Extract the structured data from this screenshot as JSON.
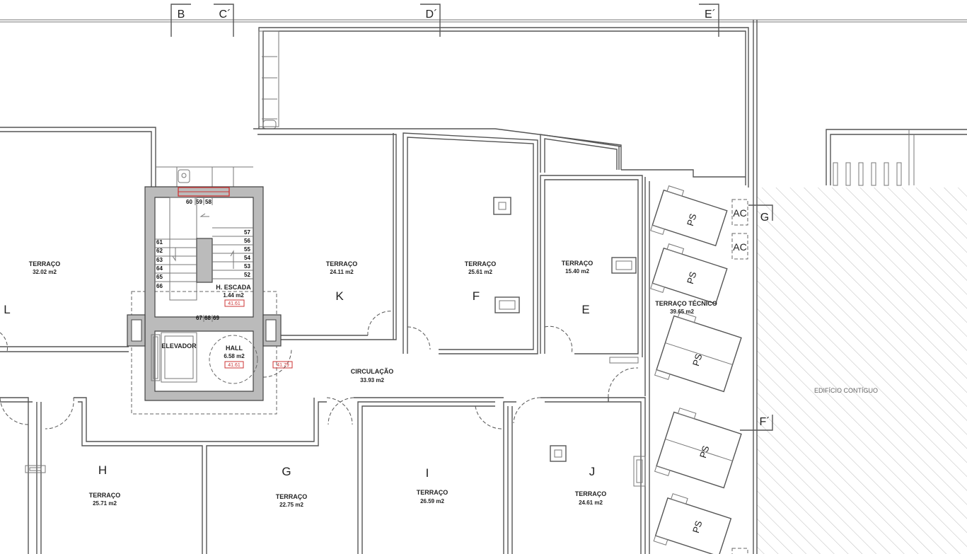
{
  "axes": {
    "b": "B",
    "c": "C´",
    "d": "D´",
    "e": "E´",
    "g": "G",
    "f": "F´"
  },
  "rooms": {
    "l": {
      "name": "TERRAÇO",
      "area": "32.02  m2",
      "letter": "L"
    },
    "k": {
      "name": "TERRAÇO",
      "area": "24.11  m2",
      "letter": "K"
    },
    "f": {
      "name": "TERRAÇO",
      "area": "25.61  m2",
      "letter": "F"
    },
    "e": {
      "name": "TERRAÇO",
      "area": "15.40  m2",
      "letter": "E"
    },
    "h": {
      "name": "TERRAÇO",
      "area": "25.71  m2",
      "letter": "H"
    },
    "g": {
      "name": "TERRAÇO",
      "area": "22.75  m2",
      "letter": "G"
    },
    "i": {
      "name": "TERRAÇO",
      "area": "26.59  m2",
      "letter": "I"
    },
    "j": {
      "name": "TERRAÇO",
      "area": "24.61  m2",
      "letter": "J"
    },
    "tec": {
      "name": "TERRAÇO  TÉCNICO",
      "area": "39.65  m2"
    },
    "circ": {
      "name": "CIRCULAÇÃO",
      "area": "33.93  m2"
    },
    "escada": {
      "name": "H.  ESCADA",
      "area": "1.44  m2",
      "level": "41.61"
    },
    "hall": {
      "name": "HALL",
      "area": "6.58  m2",
      "level": "41.61"
    },
    "elevador": {
      "name": "ELEVADOR"
    },
    "door_level": "41.79",
    "contiguo": "EDIFÍCIO  CONTÍGUO"
  },
  "stairs": {
    "top": [
      "60",
      "59",
      "58"
    ],
    "left": [
      "61",
      "62",
      "63",
      "64",
      "65",
      "66"
    ],
    "right": [
      "57",
      "56",
      "55",
      "54",
      "53",
      "52"
    ],
    "bottom": [
      "67",
      "68",
      "69"
    ]
  },
  "equipment": {
    "ps": [
      "PS",
      "PS",
      "PS",
      "PS",
      "PS"
    ],
    "ac": [
      "AC",
      "AC"
    ]
  }
}
